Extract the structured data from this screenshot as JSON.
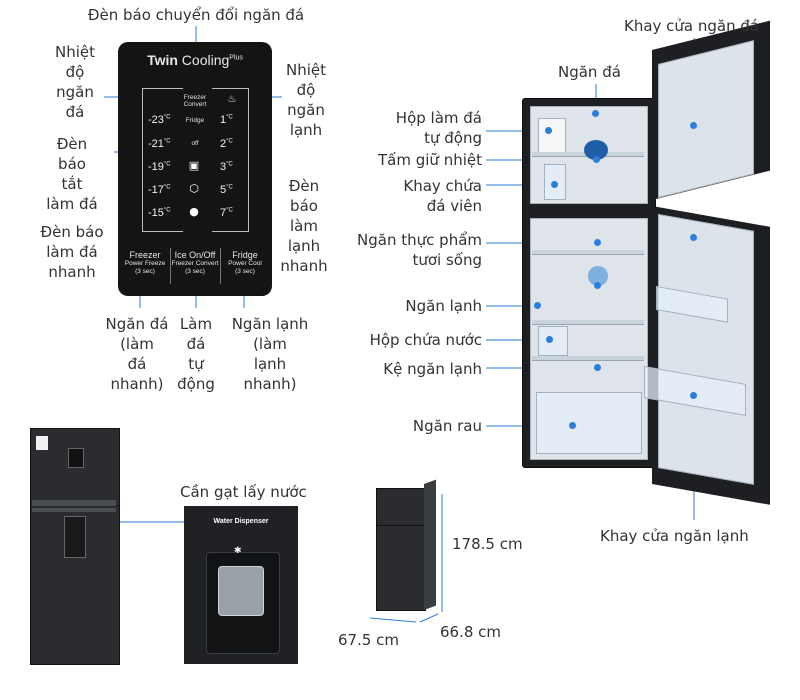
{
  "colors": {
    "accent": "#2d7ed8",
    "fridge_body": "#2a2c30",
    "panel": "#141414"
  },
  "panel": {
    "brand_bold": "Twin",
    "brand_rest": " Cooling",
    "brand_sup": "Plus",
    "freezer_temps": [
      "-23",
      "-21",
      "-19",
      "-17",
      "-15"
    ],
    "fridge_temps": [
      "1",
      "2",
      "3",
      "5",
      "7"
    ],
    "unit": "°C",
    "modes": {
      "freezer_convert": "Freezer\nConvert",
      "fridge": "Fridge",
      "off": "off"
    },
    "buttons": {
      "freezer": {
        "title": "Freezer",
        "sub1": "Power Freeze",
        "sub2": "(3 sec)"
      },
      "ice": {
        "title": "Ice On/Off",
        "sub1": "Freezer Convert",
        "sub2": "(3 sec)"
      },
      "fridge": {
        "title": "Fridge",
        "sub1": "Power Cool",
        "sub2": "(3 sec)"
      }
    }
  },
  "labels": {
    "mode_switch": "Đèn báo chuyển đổi ngăn đá",
    "freezer_temp": [
      "Nhiệt",
      "độ",
      "ngăn",
      "đá"
    ],
    "fridge_temp": [
      "Nhiệt",
      "độ",
      "ngăn",
      "lạnh"
    ],
    "ice_off": [
      "Đèn",
      "báo",
      "tắt",
      "làm đá"
    ],
    "fast_ice": [
      "Đèn báo",
      "làm đá",
      "nhanh"
    ],
    "fast_cool": [
      "Đèn",
      "báo",
      "làm",
      "lạnh",
      "nhanh"
    ],
    "btn_freezer": [
      "Ngăn đá",
      "(làm",
      "đá",
      "nhanh)"
    ],
    "btn_ice": [
      "Làm",
      "đá",
      "tự",
      "động"
    ],
    "btn_fridge": [
      "Ngăn lạnh",
      "(làm",
      "lạnh",
      "nhanh)"
    ],
    "freezer_door_tray": "Khay cửa ngăn đá",
    "freezer": "Ngăn đá",
    "ice_maker": [
      "Hộp làm đá",
      "tự động"
    ],
    "thermal_plate": "Tấm giữ nhiệt",
    "ice_tray": [
      "Khay chứa",
      "đá viên"
    ],
    "fresh_food": [
      "Ngăn thực phẩm",
      "tươi sống"
    ],
    "fridge": "Ngăn lạnh",
    "water_box": "Hộp chứa nước",
    "fridge_shelf": "Kệ ngăn lạnh",
    "veg": "Ngăn rau",
    "fridge_door_tray": "Khay cửa ngăn lạnh",
    "water_lever": "Cần gạt lấy nước",
    "dispenser_title": "Water Dispenser",
    "height": "178.5 cm",
    "width": "67.5 cm",
    "depth": "66.8 cm"
  }
}
